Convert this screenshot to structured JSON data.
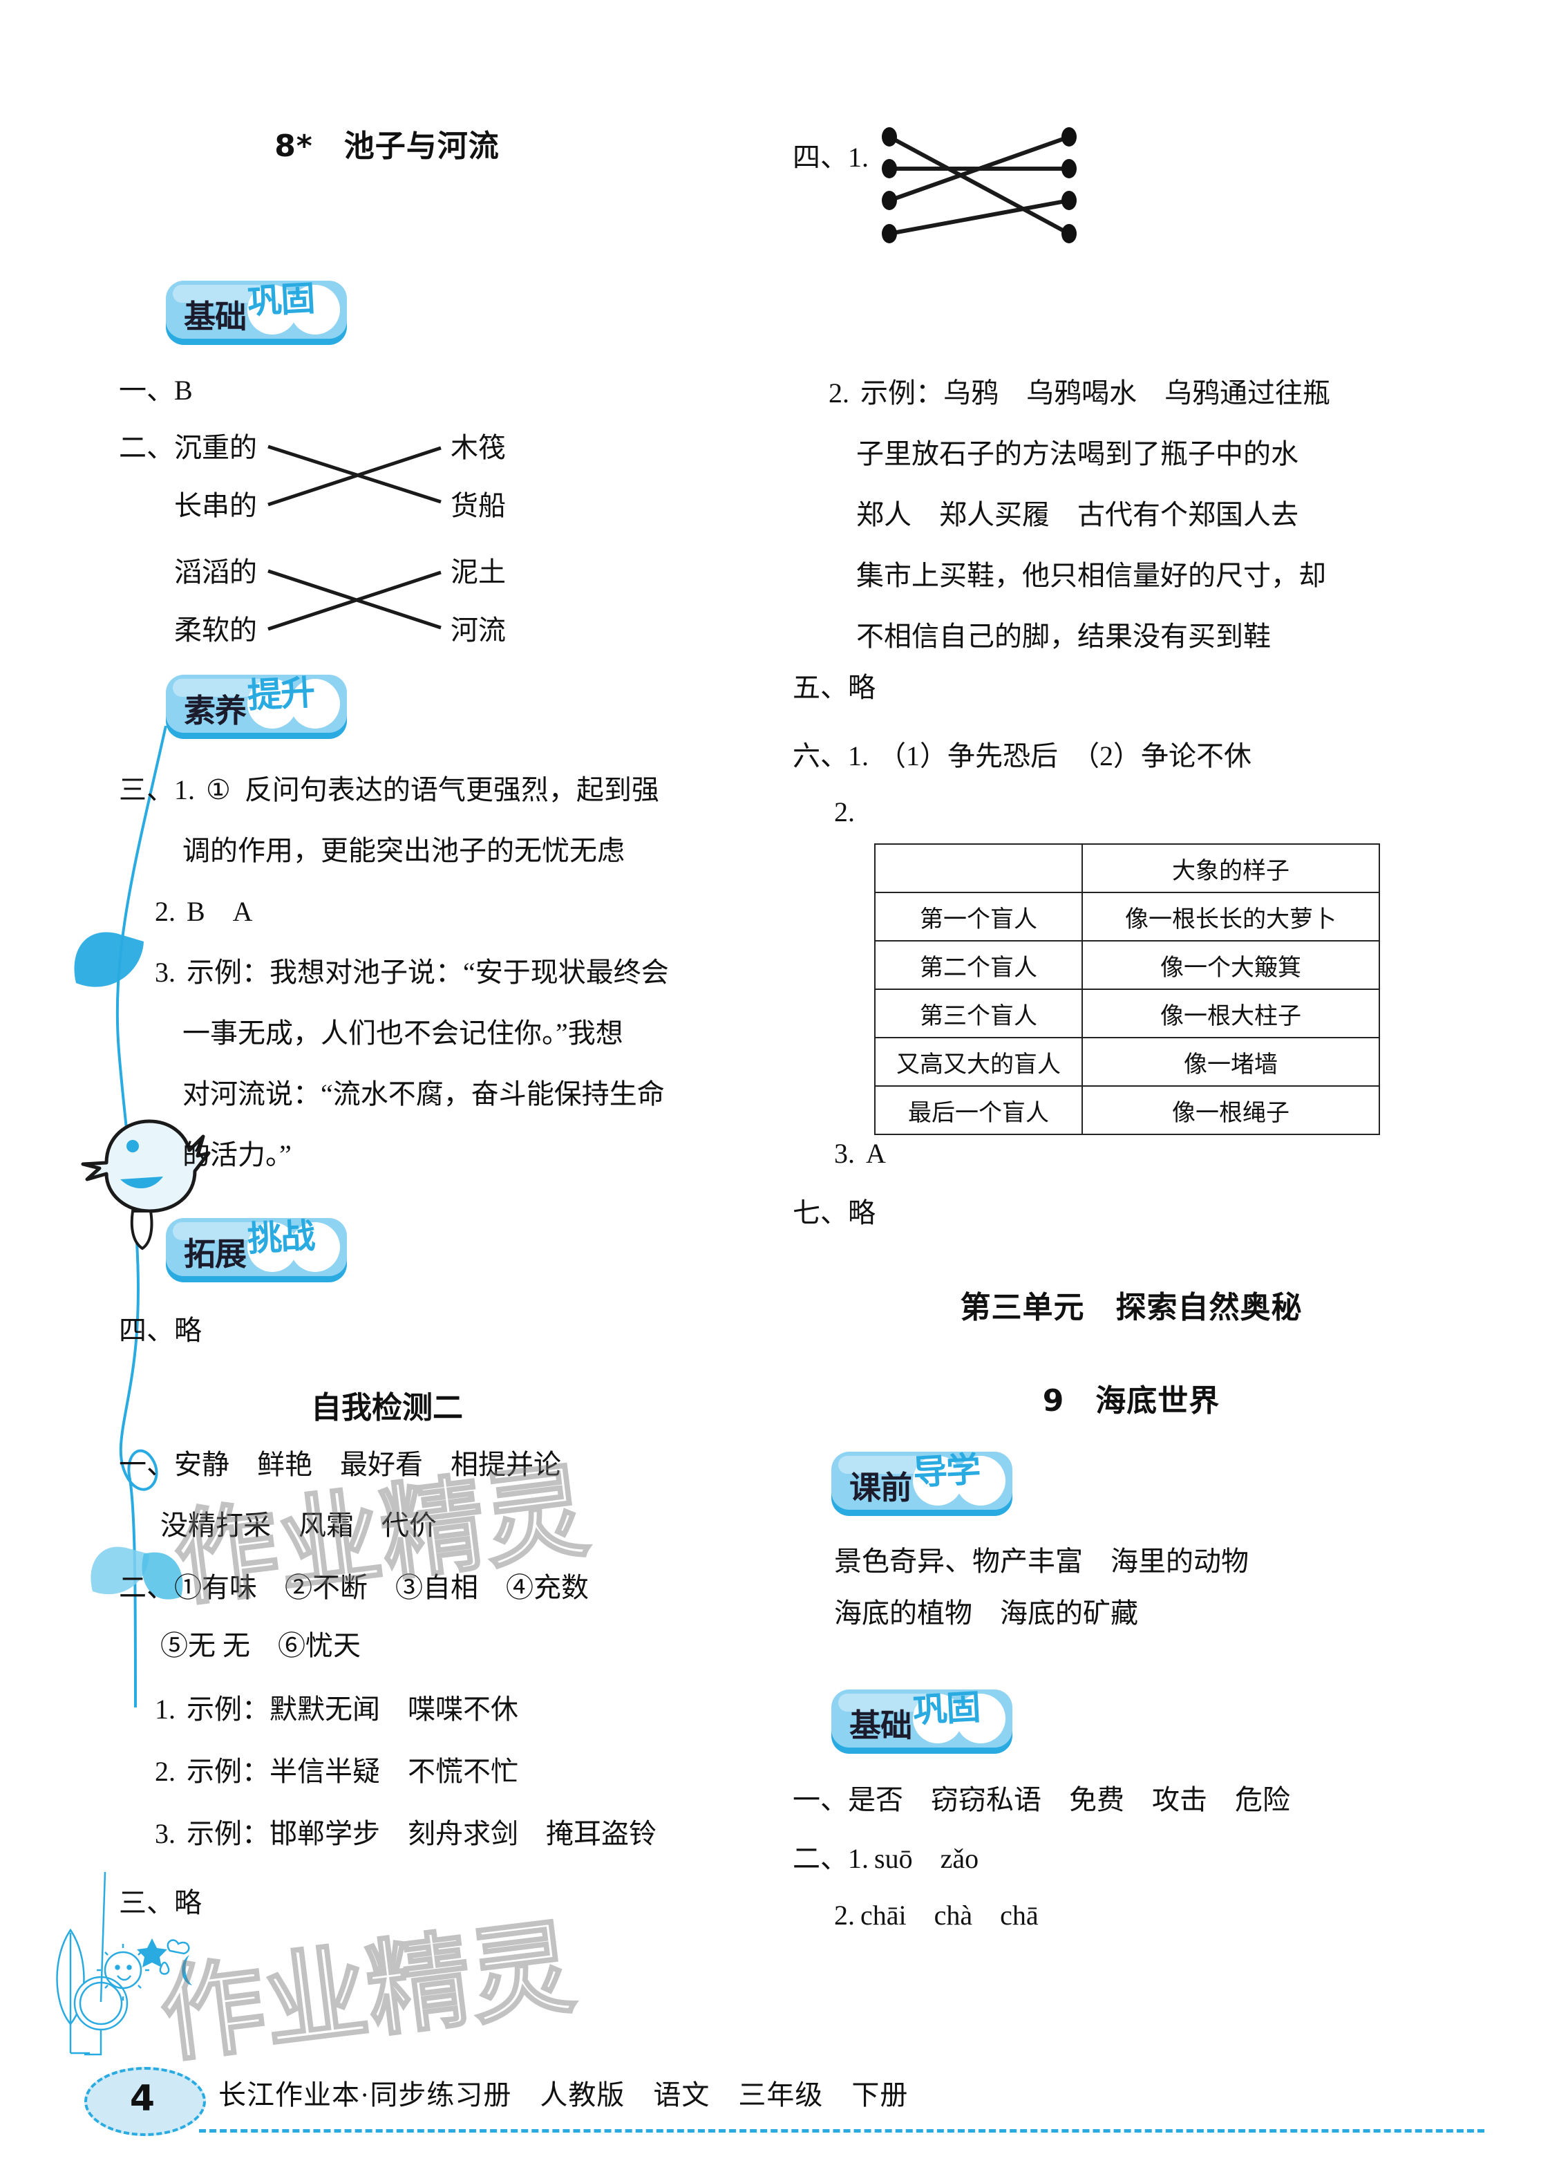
{
  "page": {
    "number": "4",
    "footer_text": "长江作业本·同步练习册　人教版　语文　三年级　下册"
  },
  "left_column": {
    "lesson_title": "8*　池子与河流",
    "badges": {
      "basic": {
        "word1": "基础",
        "word2": "巩固"
      },
      "literacy": {
        "word1": "素养",
        "word2": "提升"
      },
      "expand": {
        "word1": "拓展",
        "word2": "挑战"
      }
    },
    "answer_1": "一、B",
    "match_label": "二、",
    "match": {
      "left_items": [
        "沉重的",
        "长串的",
        "滔滔的",
        "柔软的"
      ],
      "right_items": [
        "木筏",
        "货船",
        "泥土",
        "河流"
      ],
      "pairs": [
        [
          0,
          1
        ],
        [
          1,
          0
        ],
        [
          2,
          3
        ],
        [
          3,
          2
        ]
      ]
    },
    "answer_3_num": "三、1.",
    "answer_3_mark": "①",
    "answer_3_line1": "反问句表达的语气更强烈，起到强",
    "answer_3_line2": "调的作用，更能突出池子的无忧无虑",
    "answer_3_2_num": "2.",
    "answer_3_2_text": "B　A",
    "answer_3_3_num": "3.",
    "answer_3_3_line1": "示例：我想对池子说：“安于现状最终会",
    "answer_3_3_line2": "一事无成，人们也不会记住你。”我想",
    "answer_3_3_line3": "对河流说：“流水不腐，奋斗能保持生命",
    "answer_3_3_line4": "的活力。”",
    "answer_4": "四、略",
    "self_test_title": "自我检测二",
    "st_1_num": "一、",
    "st_1_line1": "安静　鲜艳　最好看　相提并论",
    "st_1_line2": "没精打采　风霜　代价",
    "st_2_num": "二、",
    "st_2_line1": "①有味　②不断　③自相　④充数",
    "st_2_line2": "⑤无 无　⑥忧天",
    "st_2_items": [
      {
        "num": "1.",
        "text": "示例：默默无闻　喋喋不休"
      },
      {
        "num": "2.",
        "text": "示例：半信半疑　不慌不忙"
      },
      {
        "num": "3.",
        "text": "示例：邯郸学步　刻舟求剑　掩耳盗铃"
      }
    ],
    "st_3": "三、略"
  },
  "right_column": {
    "match_label": "四、1.",
    "match": {
      "left_count": 4,
      "right_count": 4,
      "pairs": [
        [
          0,
          3
        ],
        [
          1,
          1
        ],
        [
          2,
          0
        ],
        [
          3,
          2
        ]
      ]
    },
    "answer_2_num": "2.",
    "answer_2_line1": "示例：乌鸦　乌鸦喝水　乌鸦通过往瓶",
    "answer_2_line2": "子里放石子的方法喝到了瓶子中的水",
    "answer_2_line3": "郑人　郑人买履　古代有个郑国人去",
    "answer_2_line4": "集市上买鞋，他只相信量好的尺寸，却",
    "answer_2_line5": "不相信自己的脚，结果没有买到鞋",
    "answer_5": "五、略",
    "answer_6_num": "六、1.",
    "answer_6_text": "（1）争先恐后　（2）争论不休",
    "answer_6_2_num": "2.",
    "table": {
      "header": [
        "",
        "大象的样子"
      ],
      "rows": [
        [
          "第一个盲人",
          "像一根长长的大萝卜"
        ],
        [
          "第二个盲人",
          "像一个大簸箕"
        ],
        [
          "第三个盲人",
          "像一根大柱子"
        ],
        [
          "又高又大的盲人",
          "像一堵墙"
        ],
        [
          "最后一个盲人",
          "像一根绳子"
        ]
      ]
    },
    "answer_6_3_num": "3.",
    "answer_6_3_text": "A",
    "answer_7": "七、略",
    "unit_title": "第三单元　探索自然奥秘",
    "lesson_title": "9　海底世界",
    "badges": {
      "preclass": {
        "word1": "课前",
        "word2": "导学"
      },
      "basic": {
        "word1": "基础",
        "word2": "巩固"
      }
    },
    "preclass_line1": "景色奇异、物产丰富　海里的动物",
    "preclass_line2": "海底的植物　海底的矿藏",
    "basic_1": "一、是否　窃窃私语　免费　攻击　危险",
    "basic_2_num": "二、1.",
    "basic_2_text": "suō　zǎo",
    "basic_2_2_num": "2.",
    "basic_2_2_text": "chāi　chà　chā"
  },
  "watermarks": [
    "作业精灵",
    "作业精灵"
  ],
  "colors": {
    "accent": "#29abe2",
    "badge_plate": "#8fd3f2",
    "page_bubble": "#cfe9f7",
    "ink": "#111111"
  }
}
